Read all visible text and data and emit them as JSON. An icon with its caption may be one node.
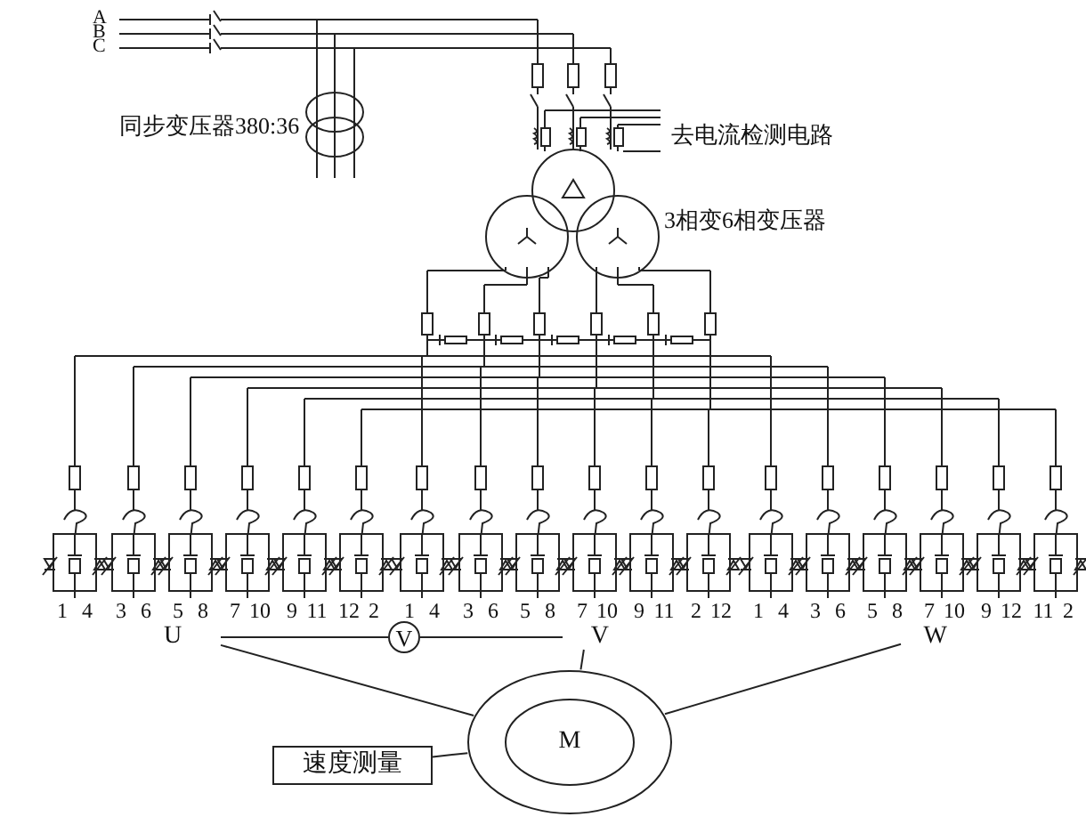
{
  "diagram": {
    "nodes": [
      {
        "text": [
          "U"
        ]
      },
      {
        "text": [
          "V"
        ]
      },
      {
        "text": [
          "V"
        ]
      },
      {
        "text": [
          "W"
        ]
      },
      {
        "text": [
          "M"
        ]
      },
      {
        "text": [
          "速度测量"
        ]
      }
    ],
    "edges": [
      {
        "from": 0,
        "to": 1,
        "arrow": "none"
      },
      {
        "from": 1,
        "to": 2,
        "arrow": "none"
      },
      {
        "from": 2,
        "to": 4,
        "arrow": "none"
      },
      {
        "from": 0,
        "to": 4,
        "arrow": "none"
      },
      {
        "from": 3,
        "to": 4,
        "arrow": "none"
      },
      {
        "from": 5,
        "to": 4,
        "arrow": "none"
      }
    ],
    "labels": [
      "A",
      "B",
      "C",
      "同步变压器380:36",
      "去电流检测电路",
      "3相变6相变压器",
      "1",
      "4",
      "3",
      "6",
      "5",
      "8",
      "7",
      "10",
      "9",
      "11",
      "12",
      "2",
      "1",
      "4",
      "3",
      "6",
      "5",
      "8",
      "7",
      "10",
      "9",
      "11",
      "2",
      "12",
      "1",
      "4",
      "3",
      "6",
      "5",
      "8",
      "7",
      "10",
      "9",
      "12",
      "11",
      "2"
    ]
  }
}
